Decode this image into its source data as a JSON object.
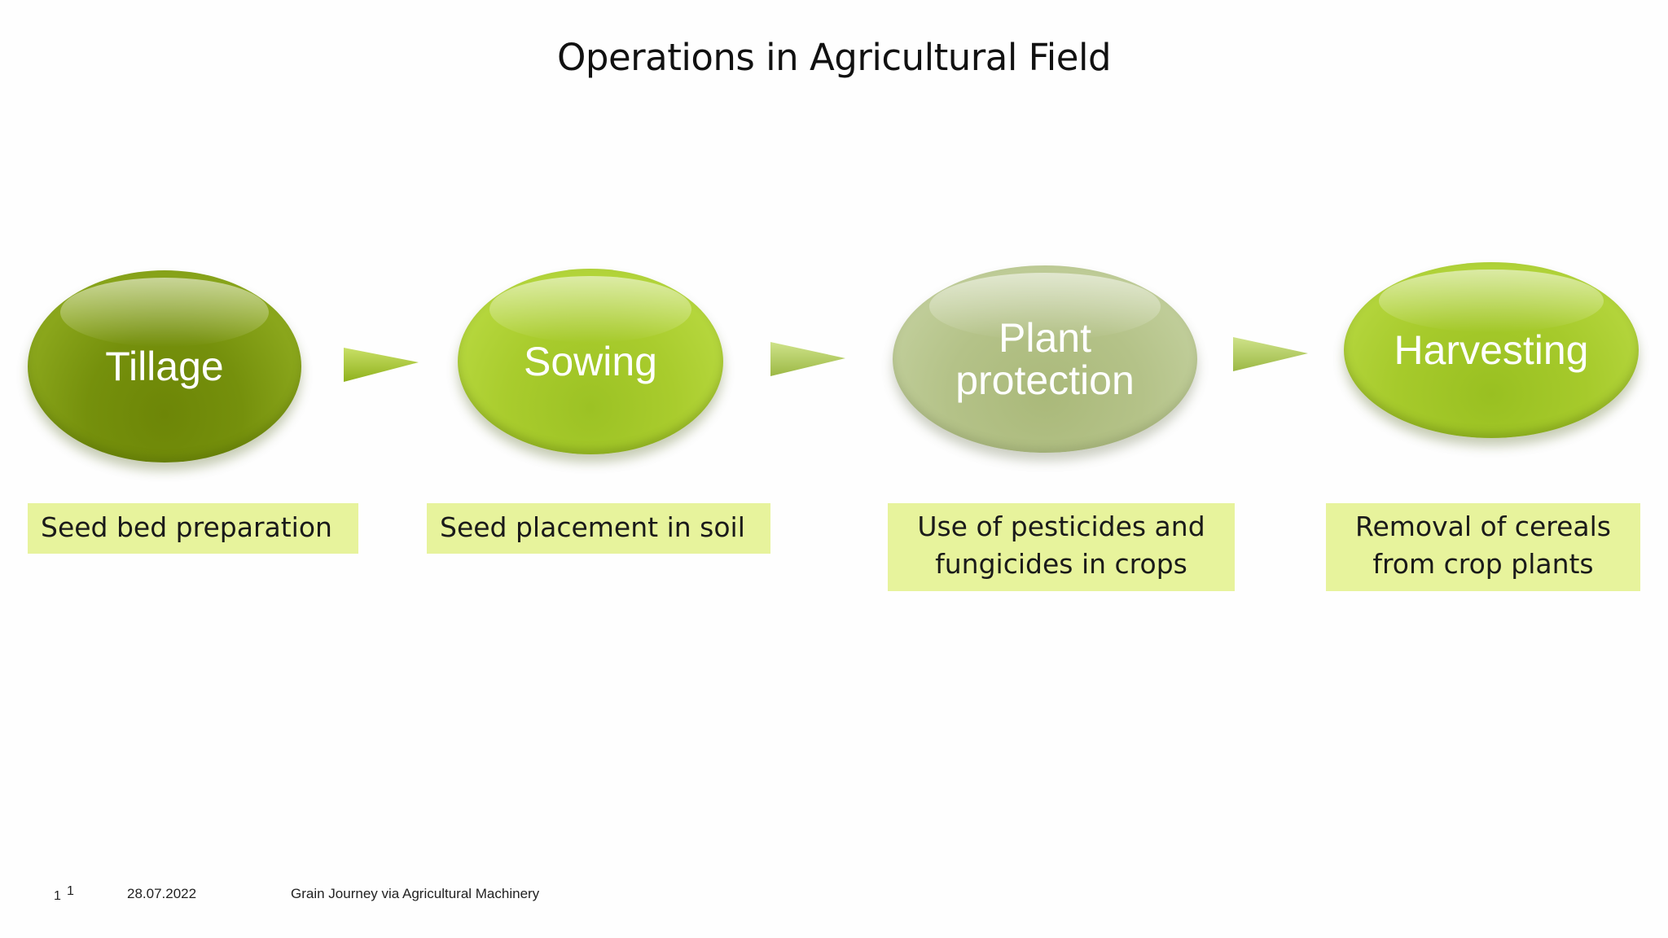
{
  "slide": {
    "title": "Operations in Agricultural Field"
  },
  "diagram": {
    "steps": [
      {
        "label_lines": [
          "Tillage"
        ],
        "description_lines": [
          "Seed bed preparation"
        ],
        "color": "#7a950f"
      },
      {
        "label_lines": [
          "Sowing"
        ],
        "description_lines": [
          "Seed placement in soil"
        ],
        "color": "#aacd2f"
      },
      {
        "label_lines": [
          "Plant",
          "protection"
        ],
        "description_lines": [
          "Use of pesticides and",
          "fungicides in crops"
        ],
        "color": "#b8c58e"
      },
      {
        "label_lines": [
          "Harvesting"
        ],
        "description_lines": [
          "Removal of cereals",
          "from crop plants"
        ],
        "color": "#a8cb2d"
      }
    ],
    "arrow_color": "#a9c93a",
    "description_box_color": "#e7f39c"
  },
  "footer": {
    "page_number_a": "1",
    "page_number_b": "1",
    "date": "28.07.2022",
    "presentation_title": "Grain Journey via Agricultural Machinery"
  }
}
